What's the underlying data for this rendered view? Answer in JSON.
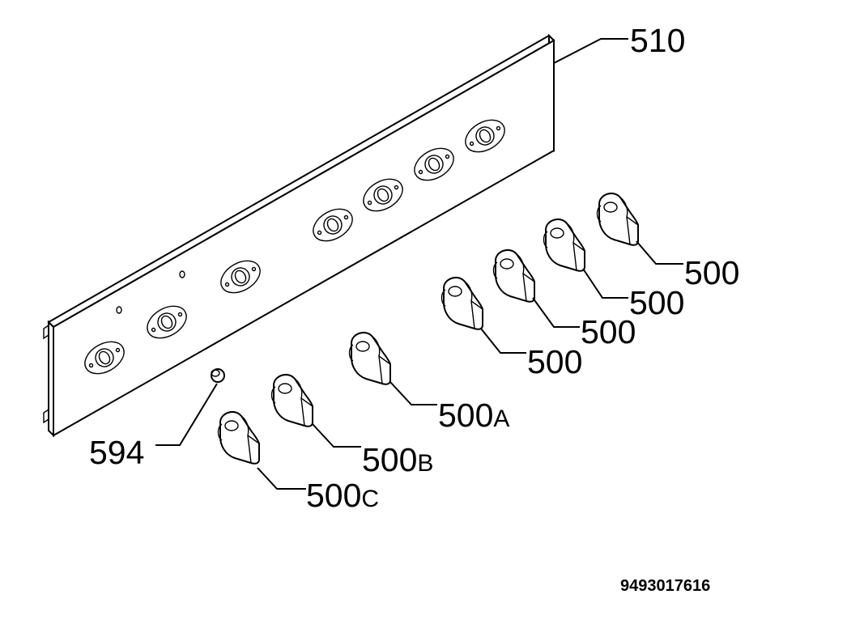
{
  "callouts": {
    "panel": "510",
    "knob_1": "500",
    "knob_2": "500",
    "knob_3": "500",
    "knob_4": "500",
    "knob_a_num": "500",
    "knob_a_suffix": "A",
    "knob_b_num": "500",
    "knob_b_suffix": "B",
    "knob_c_num": "500",
    "knob_c_suffix": "C",
    "spacer": "594"
  },
  "document_number": "9493017616"
}
